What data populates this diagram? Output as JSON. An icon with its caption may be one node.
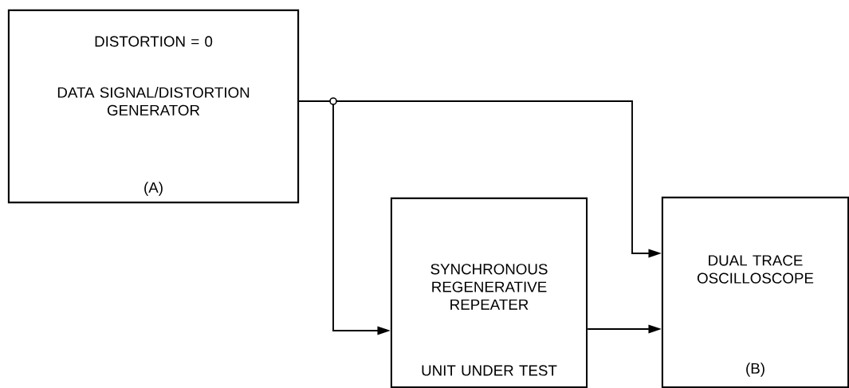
{
  "diagram": {
    "nodes": [
      {
        "text": [
          "DISTORTION = 0",
          "DATA SIGNAL/DISTORTION GENERATOR",
          "(A)"
        ]
      },
      {
        "text": [
          "SYNCHRONOUS REGENERATIVE REPEATER",
          "UNIT UNDER TEST"
        ]
      },
      {
        "text": [
          "DUAL TRACE OSCILLOSCOPE",
          "(B)"
        ]
      }
    ],
    "edges": [
      {
        "from": 0,
        "to": 1,
        "arrow": "to"
      },
      {
        "from": 0,
        "to": 2,
        "arrow": "to"
      },
      {
        "from": 1,
        "to": 2,
        "arrow": "to"
      }
    ]
  }
}
